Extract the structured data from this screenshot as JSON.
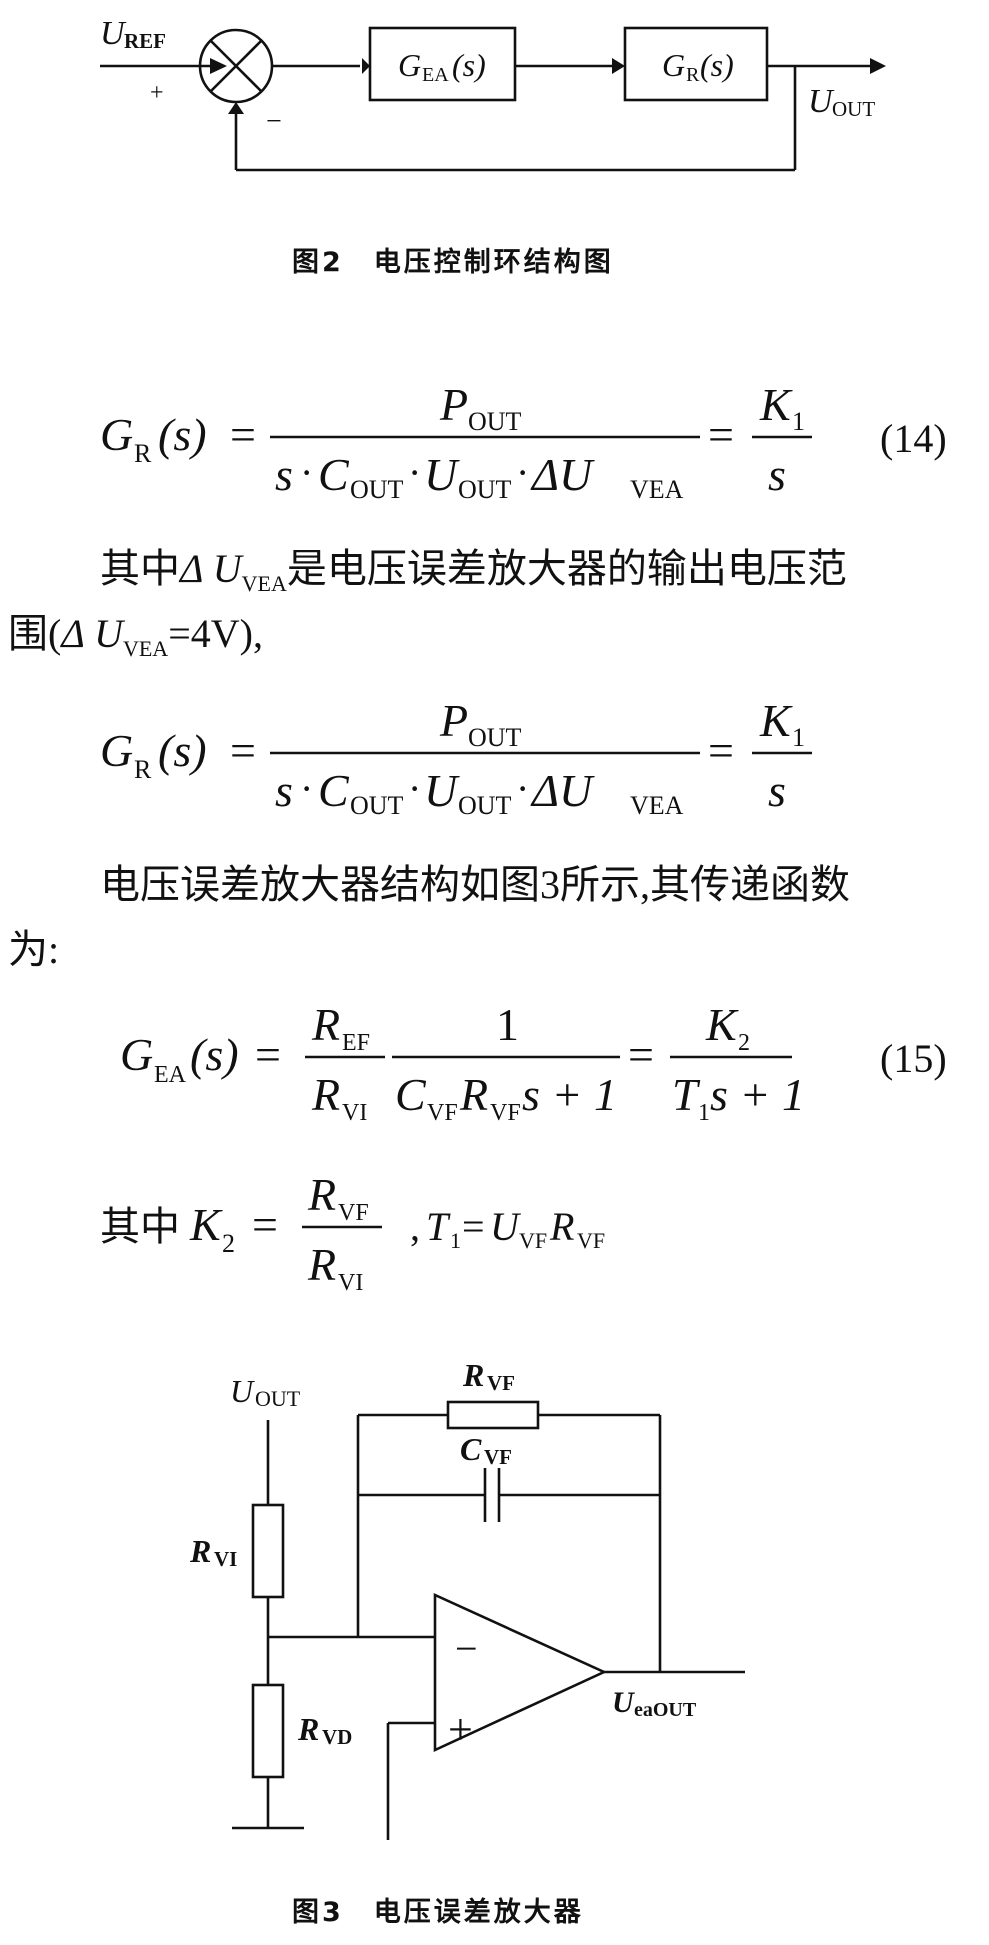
{
  "figure2": {
    "caption": "图2　电压控制环结构图",
    "input_label": "U",
    "input_sub": "REF",
    "plus_sign": "+",
    "minus_sign": "−",
    "block1_main": "G",
    "block1_sub": "EA",
    "block1_arg": "(s)",
    "block2_main": "G",
    "block2_sub": "R",
    "block2_arg": "(s)",
    "output_label": "U",
    "output_sub": "OUT"
  },
  "eq14": {
    "lhs": "G",
    "lhs_sub": "R",
    "lhs_arg": "(s)",
    "equals": "=",
    "numerator": "P",
    "numerator_sub": "OUT",
    "den_s": "s",
    "den_dot": "·",
    "den_c": "C",
    "den_c_sub": "OUT",
    "den_u": "U",
    "den_u_sub": "OUT",
    "den_du": "ΔU",
    "den_du_sub": "VEA",
    "rhs_num": "K",
    "rhs_num_sub": "1",
    "rhs_den": "s",
    "number": "(14)"
  },
  "text1": {
    "line1_prefix": "其中",
    "line1_symbol": "Δ U",
    "line1_sub": "VEA",
    "line1_suffix": "是电压误差放大器的输出电压范",
    "line2_prefix": "围(",
    "line2_symbol": "Δ U",
    "line2_sub": "VEA",
    "line2_suffix": "=4V),"
  },
  "text2": {
    "line1": "电压误差放大器结构如图3所示,其传递函数",
    "line2": "为:"
  },
  "eq15": {
    "lhs": "G",
    "lhs_sub": "EA",
    "lhs_arg": "(s)",
    "equals": "=",
    "f1_num": "R",
    "f1_num_sub": "EF",
    "f1_den": "R",
    "f1_den_sub": "VI",
    "f2_num": "1",
    "f2_den_c": "C",
    "f2_den_c_sub": "VF",
    "f2_den_r": "R",
    "f2_den_r_sub": "VF",
    "f2_den_tail": "s + 1",
    "f3_num": "K",
    "f3_num_sub": "2",
    "f3_den_t": "T",
    "f3_den_t_sub": "1",
    "f3_den_tail": "s + 1",
    "number": "(15)"
  },
  "text3": {
    "prefix": "其中",
    "k": "K",
    "k_sub": "2",
    "equals": "=",
    "num": "R",
    "num_sub": "VF",
    "den": "R",
    "den_sub": "VI",
    "comma": ",",
    "t": "T",
    "t_sub": "1",
    "eq2": "=",
    "u": "U",
    "u_sub": "VF",
    "r": "R",
    "r_sub": "VF"
  },
  "figure3": {
    "caption": "图3　电压误差放大器",
    "uout": "U",
    "uout_sub": "OUT",
    "rvf": "R",
    "rvf_sub": "VF",
    "cvf": "C",
    "cvf_sub": "VF",
    "rvi": "R",
    "rvi_sub": "VI",
    "rvd": "R",
    "rvd_sub": "VD",
    "minus": "−",
    "plus": "+",
    "ueaout": "U",
    "ueaout_sub": "eaOUT"
  }
}
